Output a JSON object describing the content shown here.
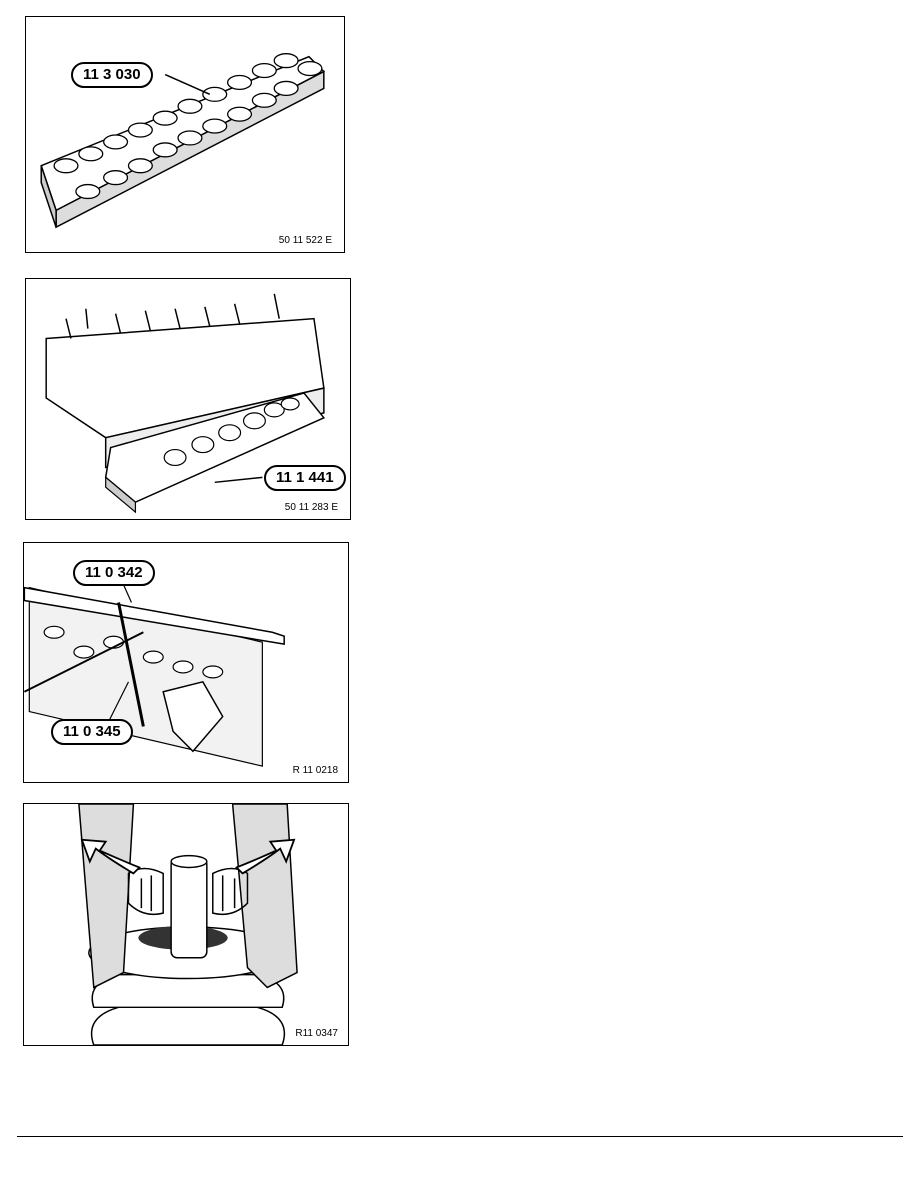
{
  "figures": [
    {
      "callouts": [
        "11 3 030"
      ],
      "code": "50 11 522  E"
    },
    {
      "callouts": [
        "11 1 441"
      ],
      "code": "50 11 283 E"
    },
    {
      "callouts": [
        "11 0 342",
        "11 0 345"
      ],
      "code": "R 11 0218"
    },
    {
      "callouts": [],
      "code": "R11 0347"
    }
  ]
}
